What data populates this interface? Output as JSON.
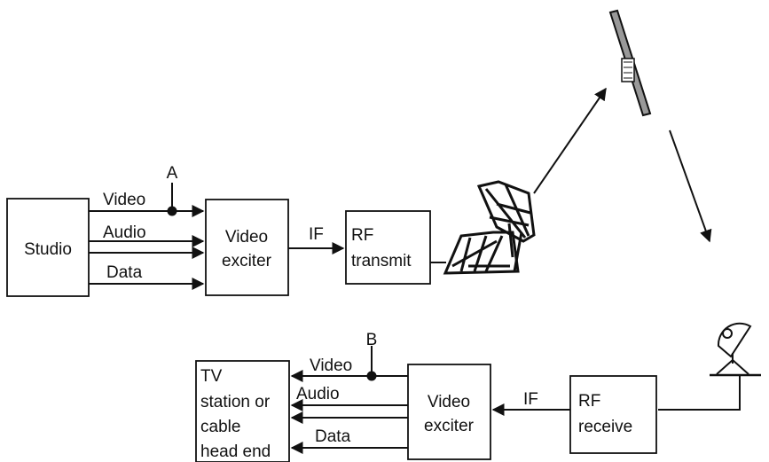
{
  "uplink": {
    "studio_label": "Studio",
    "exciter_label": [
      "Video",
      "exciter"
    ],
    "rf_label": [
      "RF",
      "transmit"
    ],
    "signals": {
      "video": "Video",
      "audio": "Audio",
      "data": "Data"
    },
    "if_label": "IF",
    "point_label": "A"
  },
  "downlink": {
    "rf_label": [
      "RF",
      "receive"
    ],
    "exciter_label": [
      "Video",
      "exciter"
    ],
    "dest_label": [
      "TV",
      "station or",
      "cable",
      "head end"
    ],
    "signals": {
      "video": "Video",
      "audio": "Audio",
      "data": "Data"
    },
    "if_label": "IF",
    "point_label": "B"
  },
  "icons": {
    "satellite": "satellite-icon",
    "uplink_dish": "uplink-dish-icon",
    "downlink_dish": "receive-dish-icon"
  }
}
